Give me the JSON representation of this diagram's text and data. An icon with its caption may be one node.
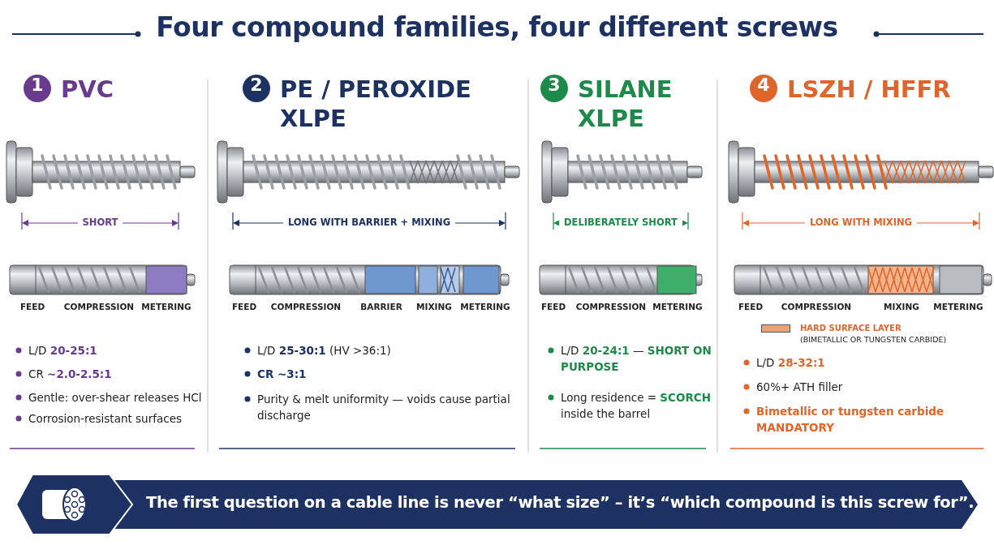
{
  "diagram": {
    "title": "Four compound families, four different screws",
    "caption": "The first question on a cable line is never “what size” – it’s “which compound is this screw for”.",
    "nodes": [
      {
        "text": [
          "1",
          "PVC"
        ]
      },
      {
        "text": [
          "2",
          "PE / PEROXIDE XLPE"
        ]
      },
      {
        "text": [
          "3",
          "SILANE XLPE"
        ]
      },
      {
        "text": [
          "4",
          "LSZH / HFFR"
        ]
      }
    ],
    "labels": [
      "SHORT",
      "FEED",
      "COMPRESSION",
      "METERING",
      "L/D **20-25:1**",
      "CR **~2.0-2.5:1**",
      "Gentle: over-shear releases HCl",
      "Corrosion-resistant surfaces",
      "LONG WITH BARRIER + MIXING",
      "FEED",
      "COMPRESSION",
      "BARRIER",
      "MIXING",
      "METERING",
      "L/D **25-30:1** (HV >36:1)",
      "**CR ~3:1**",
      "Purity & melt uniformity — voids cause partial discharge",
      "DELIBERATELY SHORT",
      "FEED",
      "COMPRESSION",
      "METERING",
      "L/D **20-24:1** — **SHORT ON PURPOSE**",
      "Long residence = **SCORCH** inside the barrel",
      "LONG WITH MIXING",
      "FEED",
      "COMPRESSION",
      "MIXING",
      "METERING",
      "(BIMETALLIC OR TUNGSTEN CARBIDE)",
      "L/D **28-32:1**",
      "60%+ ATH filler",
      "**Bimetallic or tungsten carbide MANDATORY**"
    ],
    "legend": [
      {
        "text": "HARD SURFACE LAYER",
        "color": "#e9a27a"
      }
    ]
  }
}
